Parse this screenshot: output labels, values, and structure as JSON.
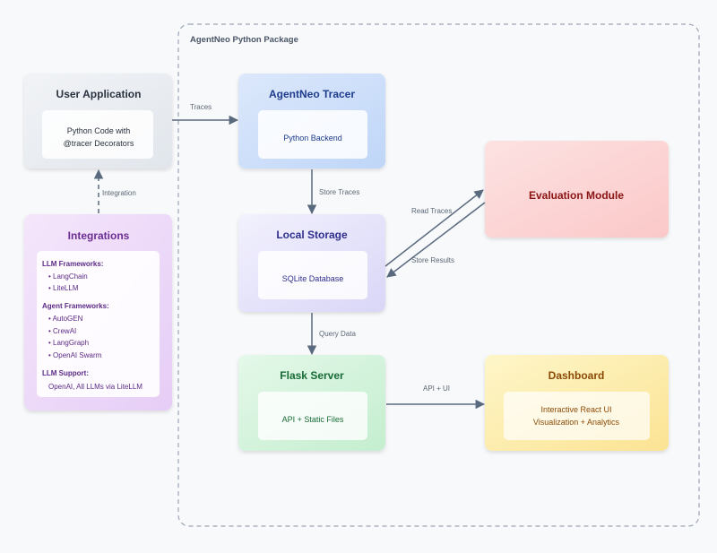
{
  "package": {
    "title": "AgentNeo Python Package"
  },
  "user_app": {
    "title": "User Application",
    "inner_line1": "Python Code with",
    "inner_line2": "@tracer Decorators"
  },
  "tracer": {
    "title": "AgentNeo Tracer",
    "inner": "Python Backend"
  },
  "storage": {
    "title": "Local Storage",
    "inner": "SQLite Database"
  },
  "evaluation": {
    "title": "Evaluation Module"
  },
  "flask": {
    "title": "Flask Server",
    "inner": "API + Static Files"
  },
  "dashboard": {
    "title": "Dashboard",
    "inner_line1": "Interactive React UI",
    "inner_line2": "Visualization + Analytics"
  },
  "integrations": {
    "title": "Integrations",
    "llm_frameworks_heading": "LLM Frameworks:",
    "llm_frameworks": [
      "• LangChain",
      "• LiteLLM"
    ],
    "agent_frameworks_heading": "Agent Frameworks:",
    "agent_frameworks": [
      "• AutoGEN",
      "• CrewAI",
      "• LangGraph",
      "• OpenAI Swarm"
    ],
    "llm_support_heading": "LLM Support:",
    "llm_support": "OpenAI, All LLMs via LiteLLM"
  },
  "arrows": {
    "traces": "Traces",
    "integration": "Integration",
    "store_traces": "Store Traces",
    "read_traces": "Read Traces",
    "store_results": "Store Results",
    "query_data": "Query Data",
    "api_ui": "API + UI"
  },
  "colors": {
    "arrow": "#5a6a7e",
    "label": "#5b6776",
    "dashed_border": "#9aa5b4",
    "tracer_title": "#1f3c8c",
    "storage_title": "#2f2f8f",
    "evaluation_title": "#8a1414",
    "flask_title": "#186b36",
    "dashboard_title": "#8a4a06",
    "integrations_title": "#6b2d91",
    "integrations_text": "#5c2a85",
    "user_title": "#2a3340"
  }
}
